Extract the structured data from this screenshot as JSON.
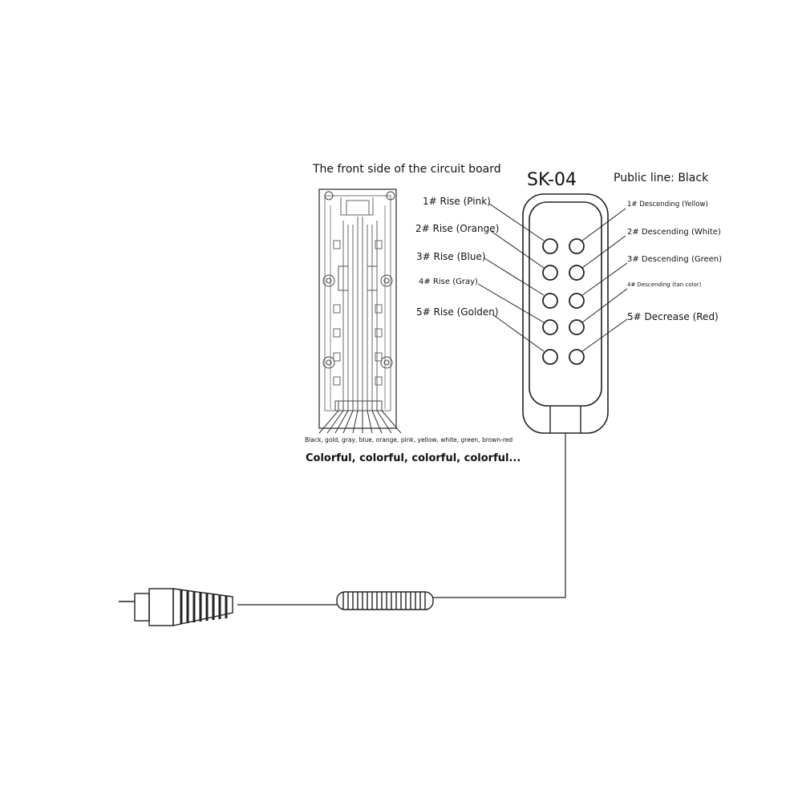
{
  "board": {
    "title": "The front side of the circuit board",
    "wire_colors": "Black, gold, gray, blue, orange, pink, yellow, white, green, brown-red",
    "colorful": "Colorful, colorful, colorful, colorful..."
  },
  "remote": {
    "model": "SK-04",
    "public_line": "Public line: Black"
  },
  "rise_labels": [
    "1# Rise (Pink)",
    "2# Rise (Orange)",
    "3# Rise (Blue)",
    "4# Rise (Gray)",
    "5# Rise (Golden)"
  ],
  "descend_labels": [
    "1# Descending (Yellow)",
    "2# Descending (White)",
    "3# Descending (Green)",
    "4# Descending (tan color)",
    "5# Decrease (Red)"
  ]
}
